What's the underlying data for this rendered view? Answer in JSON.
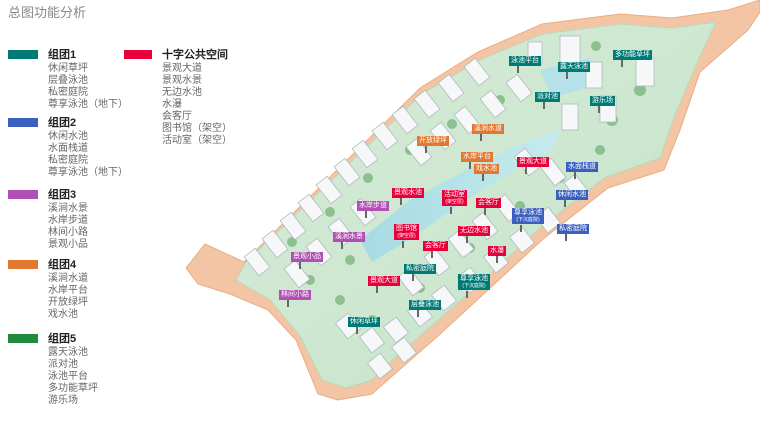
{
  "title": "总图功能分析",
  "legend": [
    {
      "id": "g1",
      "color": "#007a74",
      "name": "组团1",
      "items": [
        "休闲草坪",
        "层叠泳池",
        "私密庭院",
        "尊享泳池（地下）"
      ]
    },
    {
      "id": "g2",
      "color": "#3a5fbf",
      "name": "组团2",
      "items": [
        "休闲水池",
        "水面栈道",
        "私密庭院",
        "尊享泳池（地下）"
      ]
    },
    {
      "id": "g3",
      "color": "#b24fb4",
      "name": "组团3",
      "items": [
        "溪涧水景",
        "水岸步道",
        "林间小路",
        "景观小品"
      ]
    },
    {
      "id": "g4",
      "color": "#e2782f",
      "name": "组团4",
      "items": [
        "溪涧水道",
        "水岸平台",
        "开放绿坪",
        "戏水池"
      ]
    },
    {
      "id": "g5",
      "color": "#1e8b3e",
      "name": "组团5",
      "items": [
        "露天泳池",
        "派对池",
        "泳池平台",
        "多功能草坪",
        "游乐场"
      ]
    },
    {
      "id": "cross",
      "color": "#e8003b",
      "name": "十字公共空间",
      "items": [
        "景观大道",
        "景观水景",
        "无边水池",
        "水瀑",
        "会客厅",
        "图书馆（架空）",
        "活动室（架空）"
      ]
    }
  ],
  "map_labels": [
    {
      "text": "泳池平台",
      "group": "g1"
    },
    {
      "text": "露天泳池",
      "group": "g1"
    },
    {
      "text": "多功能草坪",
      "group": "g1"
    },
    {
      "text": "派对池",
      "group": "g1"
    },
    {
      "text": "游乐场",
      "group": "g1"
    },
    {
      "text": "开放绿坪",
      "group": "g4"
    },
    {
      "text": "溪涧水道",
      "group": "g4"
    },
    {
      "text": "水岸平台",
      "group": "g4"
    },
    {
      "text": "戏水池",
      "group": "g4"
    },
    {
      "text": "景观大道",
      "group": "cross"
    },
    {
      "text": "水面栈道",
      "group": "g2"
    },
    {
      "text": "景观水池",
      "group": "cross"
    },
    {
      "text": "活动室",
      "sub": "(架空层)",
      "group": "cross"
    },
    {
      "text": "会客厅",
      "group": "cross"
    },
    {
      "text": "休闲水池",
      "group": "g2"
    },
    {
      "text": "水岸步道",
      "group": "g3"
    },
    {
      "text": "尊享泳池",
      "sub": "(下沉庭院)",
      "group": "g2"
    },
    {
      "text": "私密庭院",
      "group": "g2"
    },
    {
      "text": "溪涧水景",
      "group": "g3"
    },
    {
      "text": "图书馆",
      "sub": "(架空层)",
      "group": "cross"
    },
    {
      "text": "无边水池",
      "group": "cross"
    },
    {
      "text": "会客厅",
      "group": "cross"
    },
    {
      "text": "景观小品",
      "group": "g3"
    },
    {
      "text": "水瀑",
      "group": "cross"
    },
    {
      "text": "私密庭院",
      "group": "g1"
    },
    {
      "text": "景观大道",
      "group": "cross"
    },
    {
      "text": "尊享泳池",
      "sub": "(下沉庭院)",
      "group": "g1"
    },
    {
      "text": "林间小路",
      "group": "g3"
    },
    {
      "text": "层叠泳池",
      "group": "g1"
    },
    {
      "text": "休闲草坪",
      "group": "g1"
    }
  ]
}
